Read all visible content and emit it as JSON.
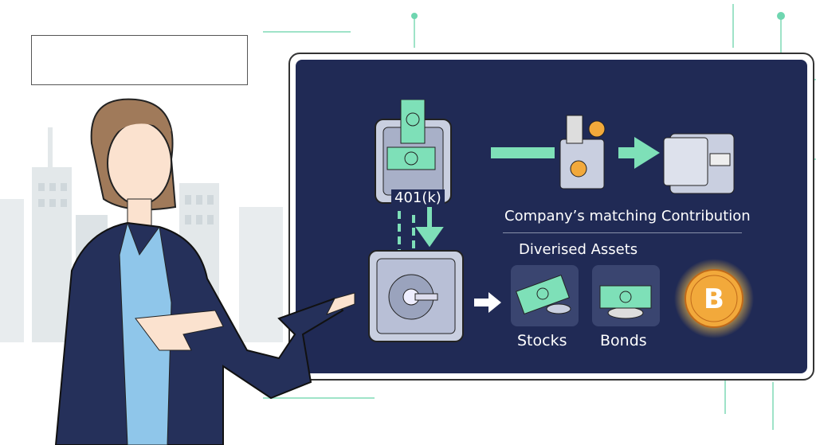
{
  "board": {
    "retirement_label": "401(k)",
    "matching_label": "Company’s matching Contribution",
    "assets_heading": "Diverised Assets",
    "assets": [
      {
        "label": "Stocks",
        "icon": "cash-stack-icon"
      },
      {
        "label": "Bonds",
        "icon": "banknote-icon"
      }
    ],
    "crypto_icon": "bitcoin-icon"
  },
  "colors": {
    "board_bg": "#202a55",
    "accent_mint": "#7ee0b8",
    "coin_gold": "#f2a93b"
  }
}
